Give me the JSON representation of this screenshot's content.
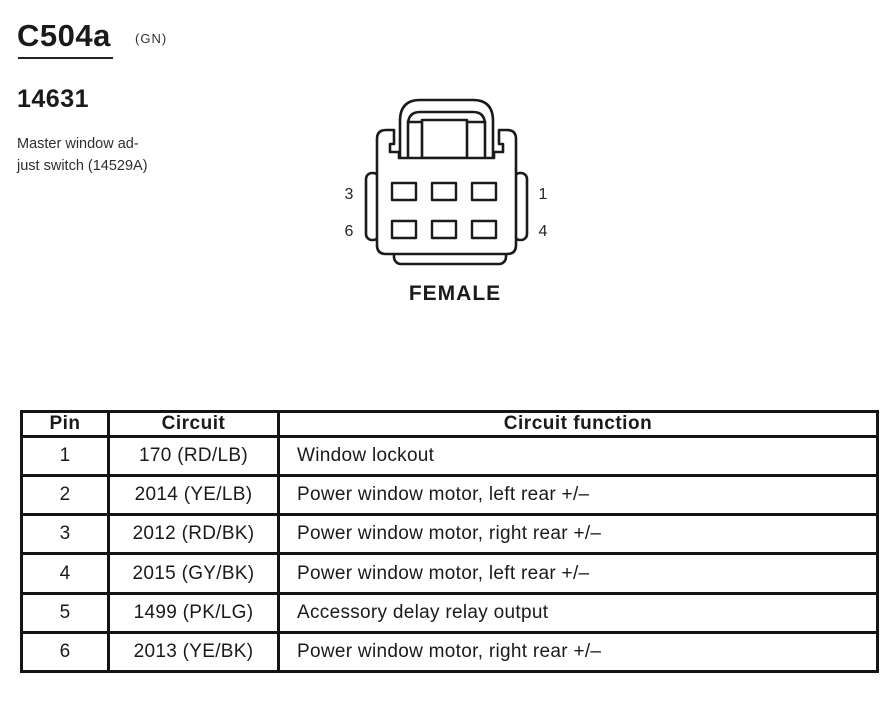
{
  "header": {
    "connector_id": "C504a",
    "connector_color_code": "(GN)",
    "part_number": "14631",
    "description_line1": "Master window ad-",
    "description_line2": "just switch (14529A)"
  },
  "diagram": {
    "gender_label": "FEMALE",
    "pin_labels": {
      "top_left": "3",
      "top_right": "1",
      "bottom_left": "6",
      "bottom_right": "4"
    }
  },
  "table": {
    "headers": [
      "Pin",
      "Circuit",
      "Circuit function"
    ],
    "rows": [
      {
        "pin": "1",
        "circuit": "170 (RD/LB)",
        "function": "Window lockout"
      },
      {
        "pin": "2",
        "circuit": "2014 (YE/LB)",
        "function": "Power window motor, left rear  +/–"
      },
      {
        "pin": "3",
        "circuit": "2012 (RD/BK)",
        "function": "Power window motor, right rear  +/–"
      },
      {
        "pin": "4",
        "circuit": "2015 (GY/BK)",
        "function": "Power window motor, left rear  +/–"
      },
      {
        "pin": "5",
        "circuit": "1499 (PK/LG)",
        "function": "Accessory delay relay output"
      },
      {
        "pin": "6",
        "circuit": "2013 (YE/BK)",
        "function": "Power window motor, right rear  +/–"
      }
    ]
  },
  "colors": {
    "ink": "#1a1a1a",
    "paper": "#ffffff"
  }
}
